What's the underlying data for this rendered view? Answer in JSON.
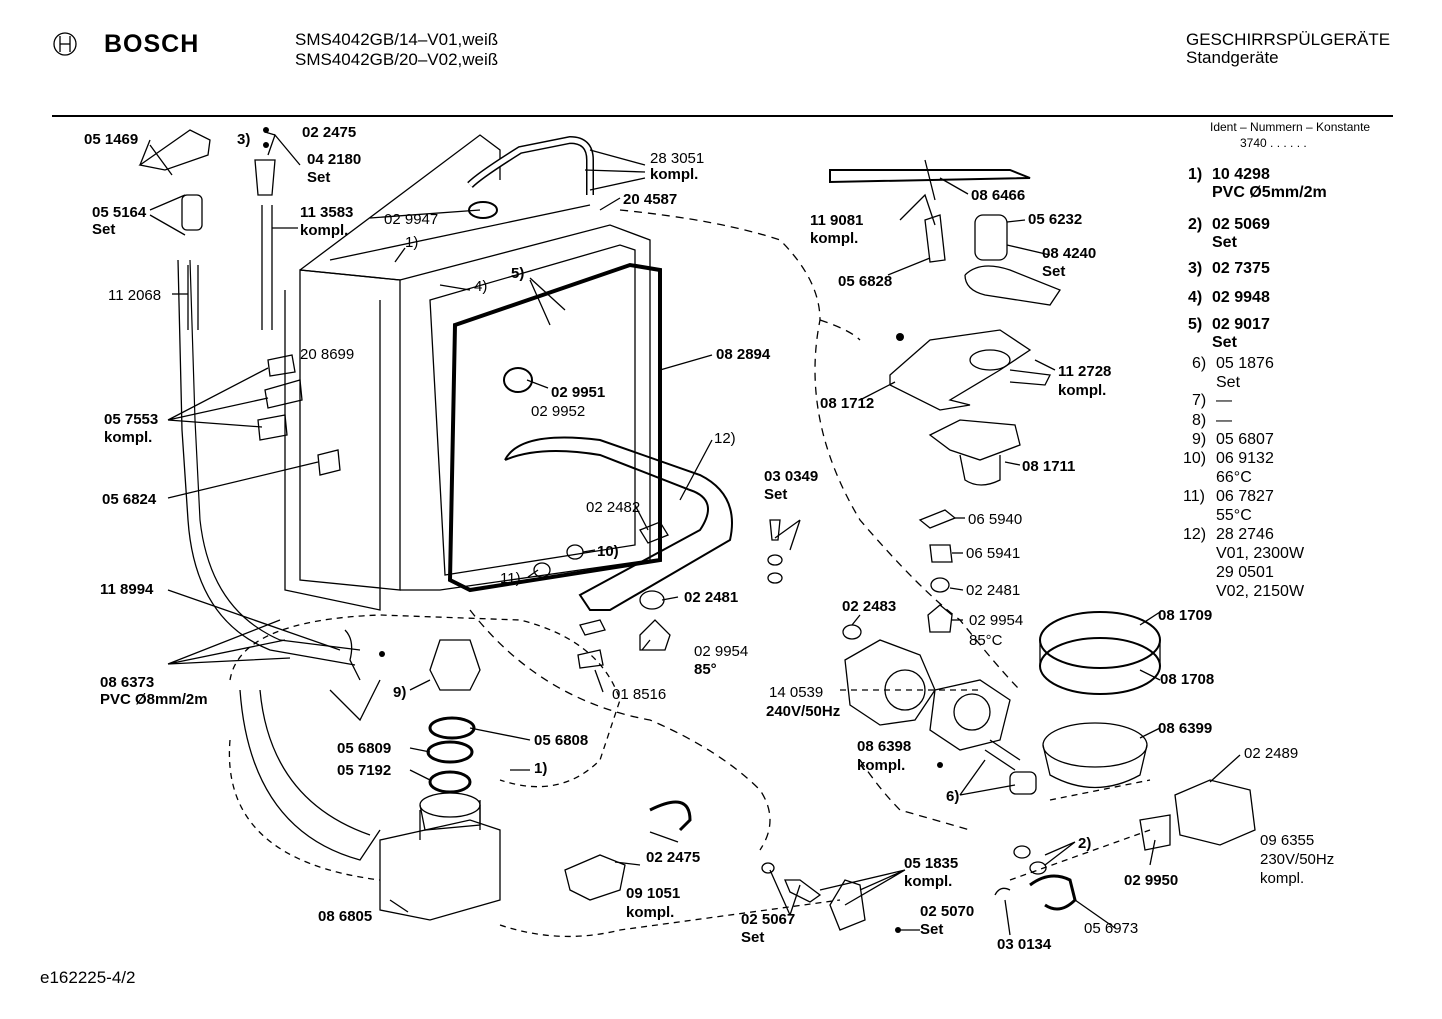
{
  "header": {
    "brand": "BOSCH",
    "model_line_1": "SMS4042GB/14–V01,weiß",
    "model_line_2": "SMS4042GB/20–V02,weiß",
    "category_line_1": "GESCHIRRSPÜLGERÄTE",
    "category_line_2": "Standgeräte"
  },
  "ident": {
    "heading": "Ident – Nummern – Konstante",
    "value": "3740 . . . . . ."
  },
  "legend": [
    {
      "num": "1)",
      "code": "10 4298",
      "desc": "PVC Ø5mm/2m"
    },
    {
      "num": "2)",
      "code": "02 5069",
      "desc": "Set"
    },
    {
      "num": "3)",
      "code": "02 7375",
      "desc": ""
    },
    {
      "num": "4)",
      "code": "02 9948",
      "desc": ""
    },
    {
      "num": "5)",
      "code": "02 9017",
      "desc": "Set"
    },
    {
      "num": "6)",
      "code": "05 1876",
      "desc": "Set"
    },
    {
      "num": "7)",
      "code": "—",
      "desc": ""
    },
    {
      "num": "8)",
      "code": "—",
      "desc": ""
    },
    {
      "num": "9)",
      "code": "05 6807",
      "desc": ""
    },
    {
      "num": "10)",
      "code": "06 9132",
      "desc": "66°C"
    },
    {
      "num": "11)",
      "code": "06 7827",
      "desc": "55°C"
    },
    {
      "num": "12)",
      "code": "28 2746",
      "desc": "V01, 2300W"
    },
    {
      "num": "",
      "code": "29 0501",
      "desc": "V02, 2150W"
    }
  ],
  "parts": {
    "p051469": "05 1469",
    "p055164": "05 5164",
    "p055164_set": "Set",
    "p112068": "11 2068",
    "p3": "3)",
    "p022475a": "02 2475",
    "p042180": "04 2180",
    "p042180_set": "Set",
    "p113583": "11 3583",
    "p113583_k": "kompl.",
    "p029947": "02 9947",
    "p1a": "1)",
    "p4": "4)",
    "p5": "5)",
    "p283051": "28 3051",
    "p283051_k": "kompl.",
    "p204587": "20 4587",
    "p208699": "20 8699",
    "p082894": "08 2894",
    "p029951": "02 9951",
    "p029952": "02 9952",
    "p057553": "05 7553",
    "p057553_k": "kompl.",
    "p056824": "05 6824",
    "p12": "12)",
    "p022482": "02 2482",
    "p10": "10)",
    "p11": "11)",
    "p118994": "11 8994",
    "p022481a": "02 2481",
    "p029954a": "02 9954",
    "p85a": "85°",
    "p018516": "01 8516",
    "p086373": "08 6373",
    "p086373_pvc": "PVC Ø8mm/2m",
    "p9": "9)",
    "p056809": "05 6809",
    "p057192": "05 7192",
    "p056808": "05 6808",
    "p1b": "1)",
    "p022475b": "02 2475",
    "p091051": "09 1051",
    "p091051_k": "kompl.",
    "p086805": "08 6805",
    "p086466": "08 6466",
    "p119081": "11 9081",
    "p119081_k": "kompl.",
    "p056232": "05 6232",
    "p084240": "08 4240",
    "p084240_set": "Set",
    "p056828": "05 6828",
    "p112728": "11 2728",
    "p112728_k": "kompl.",
    "p081712": "08 1712",
    "p081711": "08 1711",
    "p030349": "03 0349",
    "p030349_set": "Set",
    "p065940": "06 5940",
    "p065941": "06 5941",
    "p022481b": "02 2481",
    "p022483": "02 2483",
    "p029954b": "02 9954",
    "p85c": "85°C",
    "p140539": "14 0539",
    "p140539_v": "240V/50Hz",
    "p081709": "08 1709",
    "p081708": "08 1708",
    "p086399": "08 6399",
    "p086398": "08 6398",
    "p086398_k": "kompl.",
    "p6": "6)",
    "p022489": "02 2489",
    "p2": "2)",
    "p029950": "02 9950",
    "p096355": "09 6355",
    "p096355_v": "230V/50Hz",
    "p096355_k": "kompl.",
    "p051835": "05 1835",
    "p051835_k": "kompl.",
    "p025067": "02 5067",
    "p025067_set": "Set",
    "p025070": "02 5070",
    "p025070_set": "Set",
    "p030134": "03 0134",
    "p056973": "05 6973"
  },
  "footer": {
    "doc_id": "e162225-4/2"
  }
}
